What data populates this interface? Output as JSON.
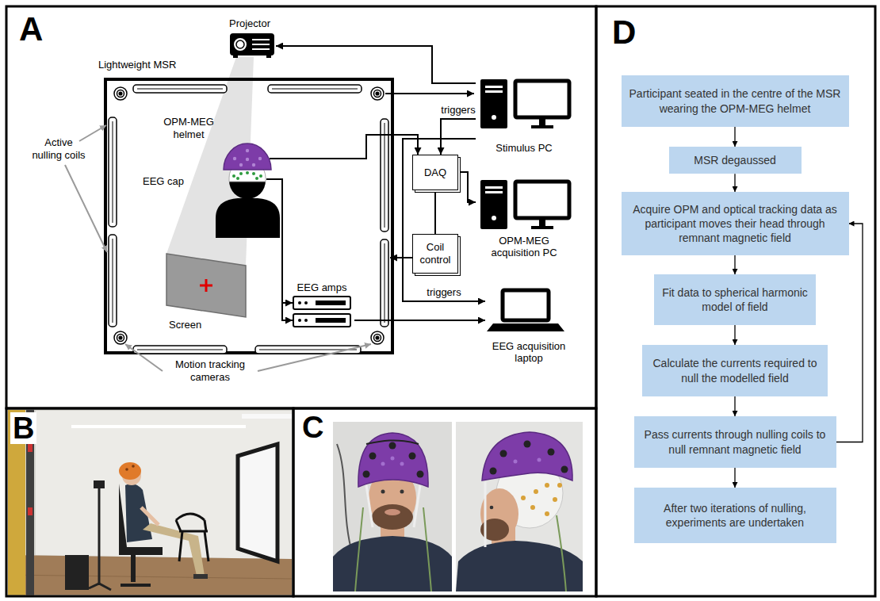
{
  "diagram": {
    "nodes": [
      {
        "text": [
          "Projector"
        ]
      },
      {
        "text": [
          "Stimulus PC"
        ]
      },
      {
        "text": [
          "DAQ"
        ]
      },
      {
        "text": [
          "OPM-MEG acquisition PC"
        ]
      },
      {
        "text": [
          "Coil control"
        ]
      },
      {
        "text": [
          "EEG amps"
        ]
      },
      {
        "text": [
          "EEG acquisition laptop"
        ]
      },
      {
        "text": [
          "Participant seated in the centre of the MSR wearing the OPM-MEG helmet"
        ]
      },
      {
        "text": [
          "MSR degaussed"
        ]
      },
      {
        "text": [
          "Acquire OPM and optical tracking data as participant moves their head through remnant magnetic field"
        ]
      },
      {
        "text": [
          "Fit data to spherical harmonic model of field"
        ]
      },
      {
        "text": [
          "Calculate the currents required to null the modelled field"
        ]
      },
      {
        "text": [
          "Pass currents through nulling coils to null remnant magnetic field"
        ]
      },
      {
        "text": [
          "After two iterations of nulling, experiments are undertaken"
        ]
      }
    ],
    "edges": [
      {
        "from": 1,
        "to": 0,
        "arrow": "to"
      },
      {
        "from": 1,
        "to": 2,
        "label": "triggers",
        "arrow": "to"
      },
      {
        "from": 2,
        "to": 3,
        "arrow": "to"
      },
      {
        "from": 2,
        "to": 4,
        "arrow": "none"
      },
      {
        "from": 5,
        "to": 6,
        "arrow": "to"
      },
      {
        "from": 1,
        "to": 6,
        "label": "triggers",
        "arrow": "to"
      },
      {
        "from": 7,
        "to": 8,
        "arrow": "to"
      },
      {
        "from": 8,
        "to": 9,
        "arrow": "to"
      },
      {
        "from": 9,
        "to": 10,
        "arrow": "to"
      },
      {
        "from": 10,
        "to": 11,
        "arrow": "to"
      },
      {
        "from": 11,
        "to": 12,
        "arrow": "to"
      },
      {
        "from": 12,
        "to": 13,
        "arrow": "to"
      },
      {
        "from": 12,
        "to": 9,
        "arrow": "to"
      }
    ],
    "labels": [
      "A",
      "Lightweight MSR",
      "OPM-MEG helmet",
      "EEG cap",
      "Active nulling coils",
      "Screen",
      "Motion tracking cameras",
      "B",
      "C",
      "D"
    ]
  }
}
